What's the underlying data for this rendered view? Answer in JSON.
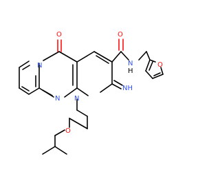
{
  "molecule": {
    "atoms": {
      "ring_o": "O",
      "amide_o": "O",
      "amide_n": "N",
      "amide_h": "H",
      "pyrido_n": "N",
      "pyrimidine_n": "N",
      "ring_n1": "N",
      "imine": "NH",
      "furan_o": "O",
      "ether_o": "O"
    },
    "colors": {
      "carbon": "#000000",
      "nitrogen": "#3050f8",
      "oxygen": "#ff0d0d"
    }
  }
}
